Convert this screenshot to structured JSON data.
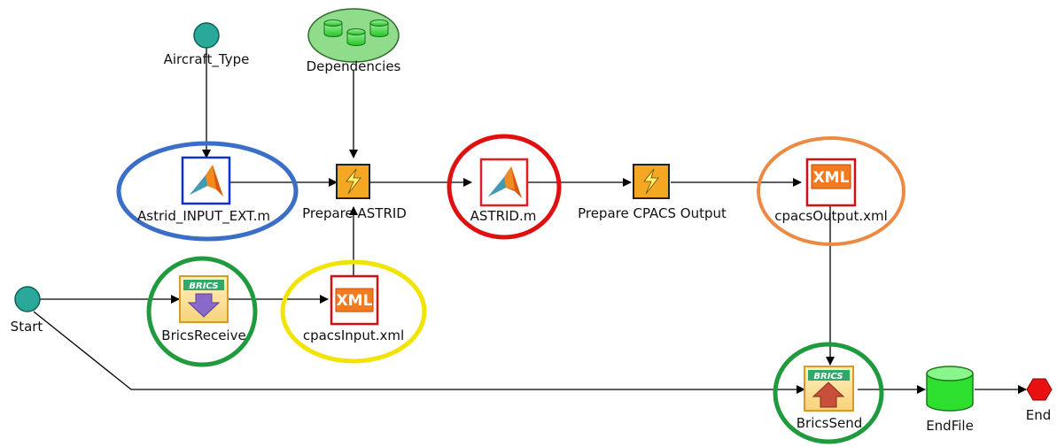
{
  "nodes": {
    "aircraft_type": {
      "label": "Aircraft_Type"
    },
    "dependencies": {
      "label": "Dependencies"
    },
    "astrid_input_ext": {
      "label": "Astrid_INPUT_EXT.m"
    },
    "prepare_astrid": {
      "label": "Prepare ASTRID"
    },
    "astrid_m": {
      "label": "ASTRID.m"
    },
    "prepare_cpacs_output": {
      "label": "Prepare CPACS Output"
    },
    "cpacs_output_xml": {
      "label": "cpacsOutput.xml",
      "badge": "XML"
    },
    "start": {
      "label": "Start"
    },
    "brics_receive": {
      "label": "BricsReceive",
      "badge": "BRICS"
    },
    "cpacs_input_xml": {
      "label": "cpacsInput.xml",
      "badge": "XML"
    },
    "brics_send": {
      "label": "BricsSend",
      "badge": "BRICS"
    },
    "end_file": {
      "label": "EndFile"
    },
    "end": {
      "label": "End"
    }
  },
  "highlight_colors": {
    "blue": "#3a6ec8",
    "red": "#e01010",
    "orange": "#ec8a44",
    "green": "#1f9a3c",
    "yellow": "#f2e400"
  },
  "icon_colors": {
    "teal_node": "#2aa89a",
    "db_green": "#6ad46a",
    "cylinder_green": "#2ee02e",
    "end_red": "#e81010",
    "xml_orange": "#f47a20",
    "lightning_orange": "#f5a623"
  }
}
